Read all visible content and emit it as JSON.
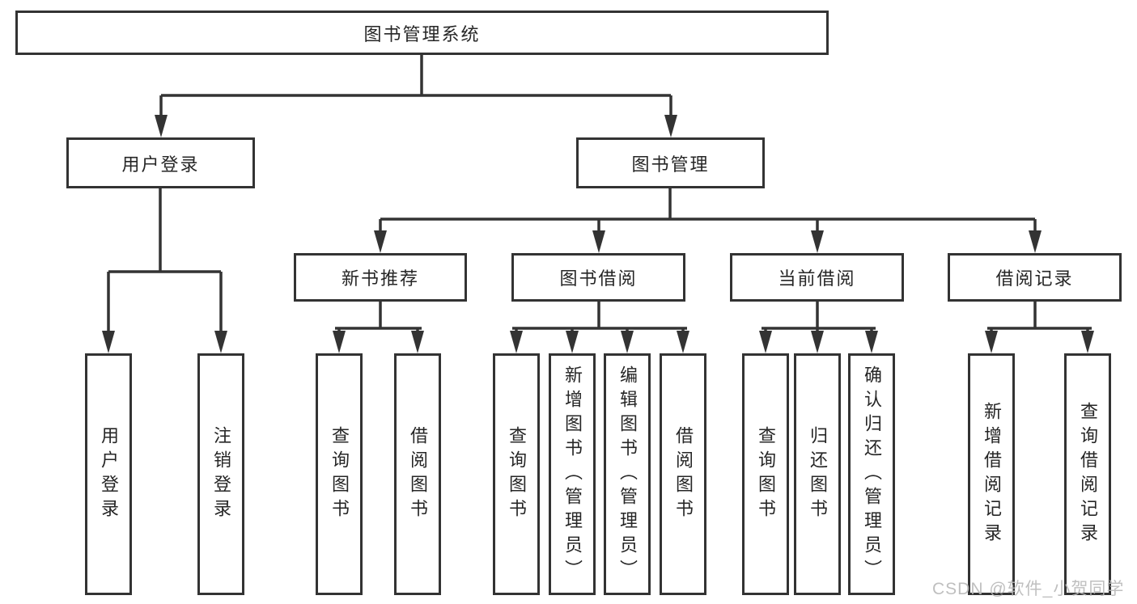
{
  "diagram": {
    "type": "tree",
    "root": {
      "label": "图书管理系统"
    },
    "branches": [
      {
        "label": "用户登录",
        "children": [
          {
            "label": "用户登录"
          },
          {
            "label": "注销登录"
          }
        ]
      },
      {
        "label": "图书管理",
        "children": [
          {
            "label": "新书推荐",
            "children": [
              {
                "label": "查询图书"
              },
              {
                "label": "借阅图书"
              }
            ]
          },
          {
            "label": "图书借阅",
            "children": [
              {
                "label": "查询图书"
              },
              {
                "label": "新增图书（管理员）"
              },
              {
                "label": "编辑图书（管理员）"
              },
              {
                "label": "借阅图书"
              }
            ]
          },
          {
            "label": "当前借阅",
            "children": [
              {
                "label": "查询图书"
              },
              {
                "label": "归还图书"
              },
              {
                "label": "确认归还（管理员）"
              }
            ]
          },
          {
            "label": "借阅记录",
            "children": [
              {
                "label": "新增借阅记录"
              },
              {
                "label": "查询借阅记录"
              }
            ]
          }
        ]
      }
    ]
  },
  "watermark": {
    "text": "CSDN @软件_小贺同学",
    "color": "#b9b9b9"
  },
  "colors": {
    "line": "#333333",
    "box_border": "#333333",
    "text": "#262626",
    "background": "#ffffff"
  }
}
